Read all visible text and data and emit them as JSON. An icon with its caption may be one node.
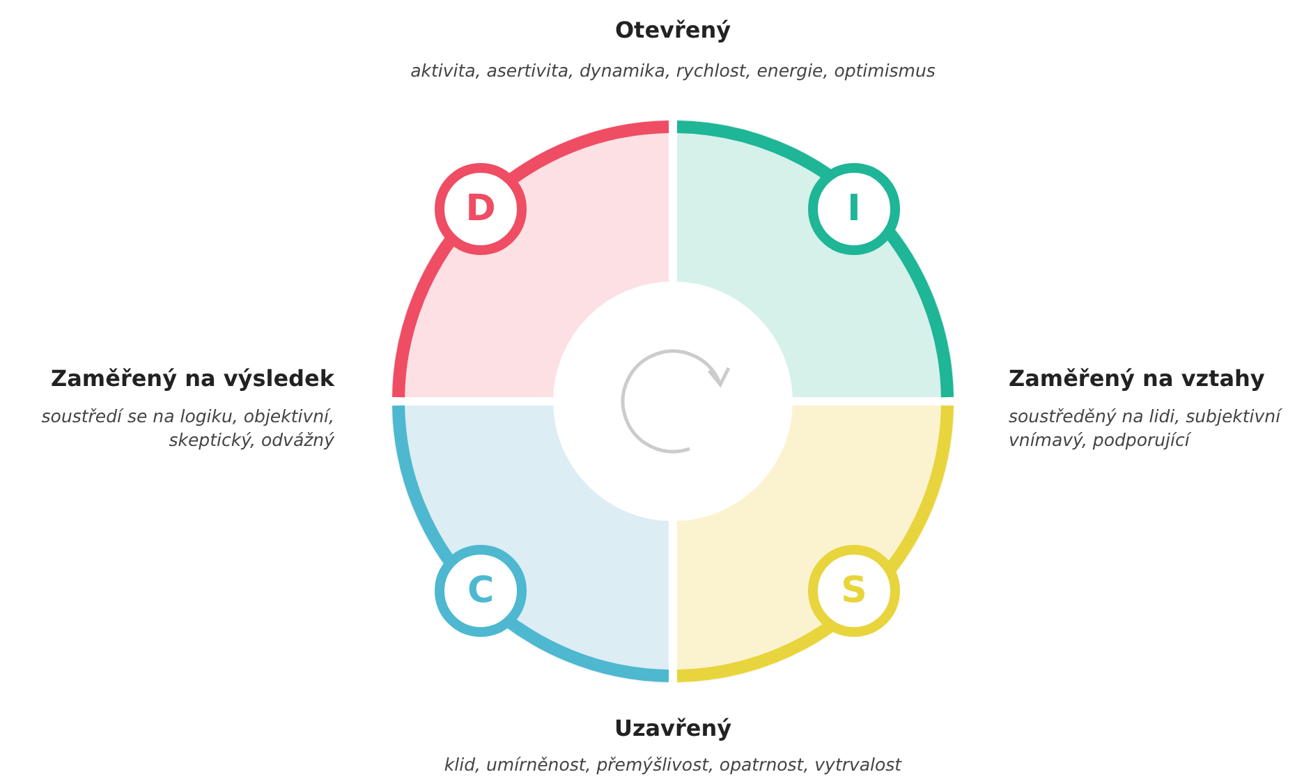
{
  "diagram": {
    "nodes": [
      {
        "text": [
          "D"
        ]
      },
      {
        "text": [
          "I"
        ]
      },
      {
        "text": [
          "C"
        ]
      },
      {
        "text": [
          "S"
        ]
      }
    ],
    "labels": [
      "Otevřený",
      "aktivita, asertivita, dynamika, rychlost, energie, optimismus",
      "Zaměřený na výsledek",
      "soustředí se na logiku, objektivní, skeptický, odvážný",
      "Zaměřený na vztahy",
      "soustředěný na lidi, subjektivní vnímavý, podporující",
      "Uzavřený",
      "klid, umírněnost, přemýšlivost, opatrnost, vytrvalost"
    ]
  }
}
